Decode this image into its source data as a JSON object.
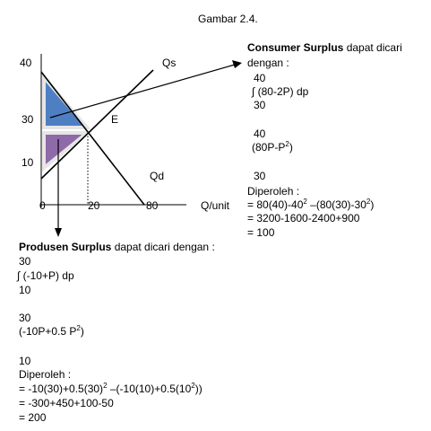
{
  "figure_title": "Gambar 2.4.",
  "axis": {
    "y_ticks": [
      "40",
      "30",
      "10"
    ],
    "x_ticks": [
      "0",
      "20",
      "80"
    ],
    "x_label": "Q/unit"
  },
  "curves": {
    "supply": "Qs",
    "demand": "Qd",
    "equilibrium": "E"
  },
  "colors": {
    "consumer_surplus": "#4f7fc3",
    "producer_surplus": "#8f6aa8",
    "triangle_border": "#e6e6e6",
    "lines": "#000000"
  },
  "consumer_surplus": {
    "heading_bold": "Consumer Surplus",
    "heading_rest": " dapat dicari",
    "heading_line2": "dengan :",
    "upper": "40",
    "integral": "∫ (80-2P) dp",
    "lower": "30",
    "eval_upper": "40",
    "antideriv_a": "(80P-P",
    "antideriv_b": ")",
    "eval_lower": "30",
    "result_label": "Diperoleh :",
    "step1_a": "= 80(40)-40",
    "step1_b": " –(80(30)-30",
    "step1_c": ")",
    "step2": "= 3200-1600-2400+900",
    "step3": "= 100"
  },
  "producer_surplus": {
    "heading_bold": "Produsen Surplus",
    "heading_rest": " dapat dicari dengan :",
    "upper": "30",
    "integral": "∫ (-10+P) dp",
    "lower": "10",
    "eval_upper": "30",
    "antideriv_a": "(-10P+0.5 P",
    "antideriv_b": ")",
    "eval_lower": "10",
    "result_label": "Diperoleh :",
    "step1_a": "=  -10(30)+0.5(30)",
    "step1_b": " –(-10(10)+0.5(10",
    "step1_c": "))",
    "step2": "=  -300+450+100-50",
    "step3": "= 200"
  },
  "superscript": "2"
}
